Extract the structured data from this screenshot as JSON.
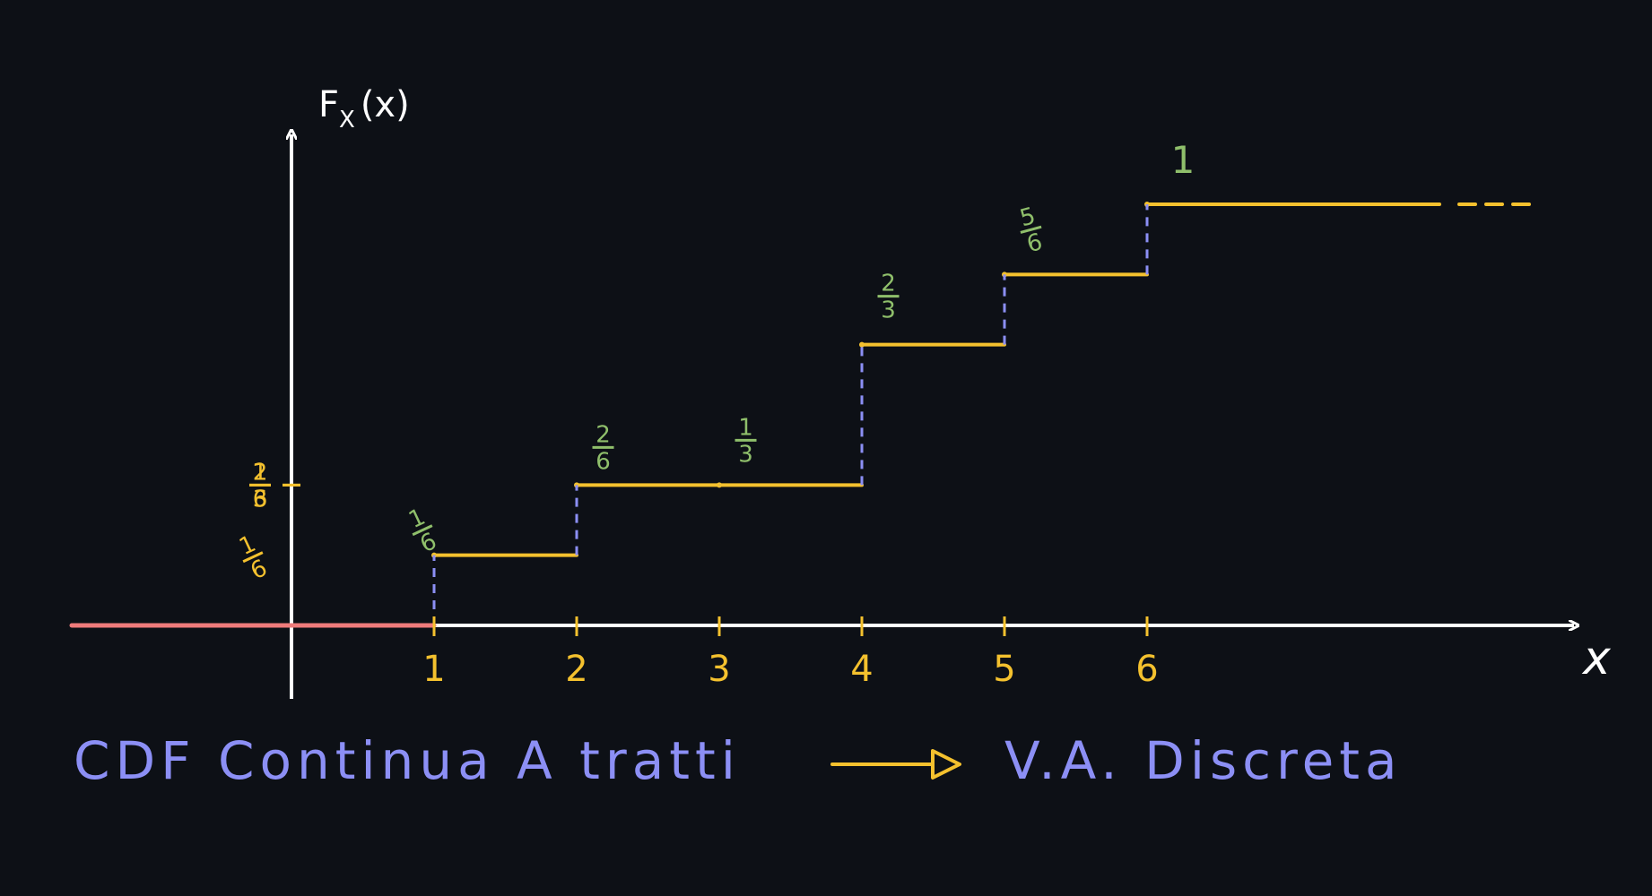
{
  "axis_labels": {
    "y": "F",
    "y_sub": "X",
    "y_arg": "(x)",
    "x": "x"
  },
  "x_ticks": [
    "1",
    "2",
    "3",
    "4",
    "5",
    "6"
  ],
  "y_ticks": [
    {
      "num": "1",
      "den": "6"
    },
    {
      "num": "2",
      "den": "6"
    },
    {
      "num": "1",
      "den": "3"
    }
  ],
  "step_labels": [
    {
      "num": "1",
      "den": "6"
    },
    {
      "num": "2",
      "den": "6"
    },
    {
      "num": "1",
      "den": "3"
    },
    {
      "num": "2",
      "den": "3"
    },
    {
      "num": "5",
      "den": "6"
    },
    {
      "whole": "1"
    }
  ],
  "caption": {
    "left": "CDF Continua A tratti",
    "right": "V.A. Discreta"
  },
  "colors": {
    "background": "#0d1016",
    "axis": "#ffffff",
    "step": "#f4c12e",
    "jump": "#8c8ff5",
    "zero_segment": "#ef7b7b",
    "step_label": "#8fbf6b",
    "tick_label": "#f4c12e",
    "caption": "#8c8ff5",
    "arrow": "#f4c12e"
  },
  "chart_data": {
    "type": "line",
    "title": "",
    "xlabel": "x",
    "ylabel": "F_X(x)",
    "x": [
      1,
      2,
      3,
      4,
      5,
      6
    ],
    "series": [
      {
        "values": [
          "1/6",
          "2/6",
          "1/3",
          "2/3",
          "5/6",
          "1"
        ]
      }
    ],
    "zero_before_x": 1,
    "continues_right": true,
    "grid": false
  }
}
